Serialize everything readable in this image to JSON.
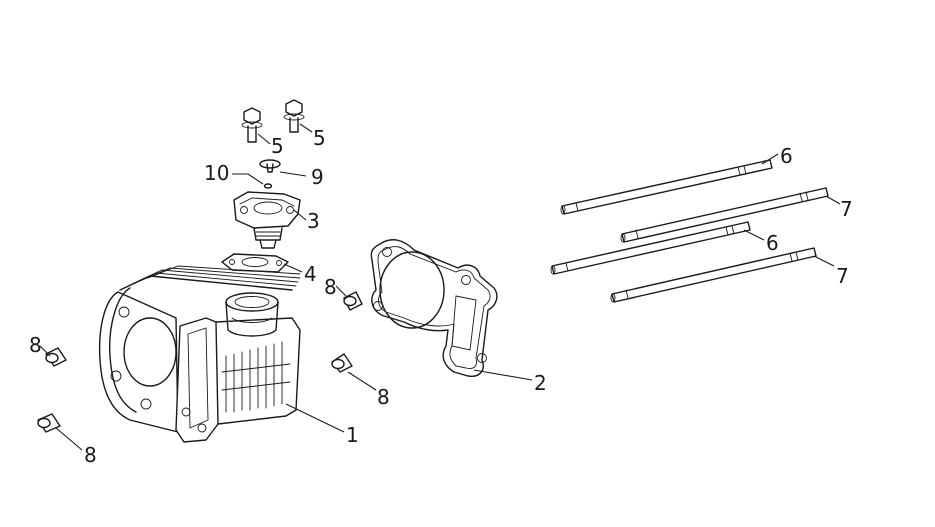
{
  "diagram": {
    "callouts": {
      "c1": "1",
      "c2": "2",
      "c3": "3",
      "c4": "4",
      "c5a": "5",
      "c5b": "5",
      "c6a": "6",
      "c6b": "6",
      "c7a": "7",
      "c7b": "7",
      "c8a": "8",
      "c8b": "8",
      "c8c": "8",
      "c8d": "8",
      "c9": "9",
      "c10": "10"
    },
    "line_color": "#1a1a1a",
    "background": "#ffffff"
  }
}
